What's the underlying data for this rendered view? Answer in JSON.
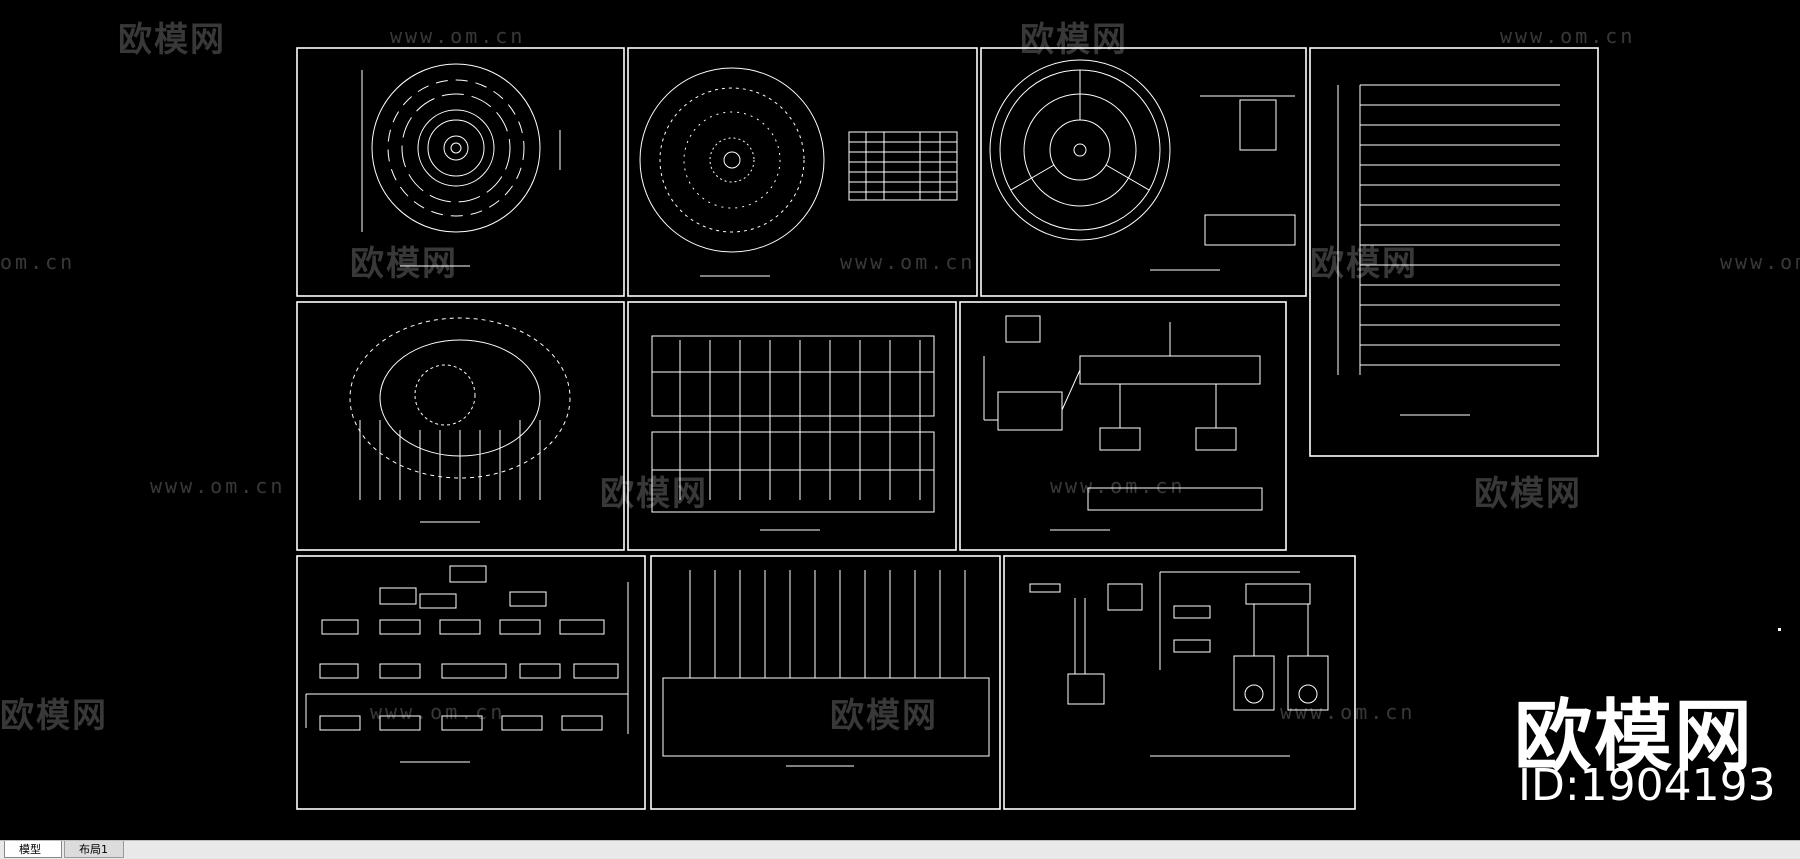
{
  "watermarks": {
    "brand": "欧模网",
    "url": "www.om.cn",
    "url_partial": "om.cn",
    "brand_partial": "欧模网"
  },
  "branding": {
    "name": "欧模网",
    "id_text": "ID:1904193"
  },
  "tabs": [
    {
      "label": "模型",
      "active": true
    },
    {
      "label": "布局1",
      "active": false
    }
  ],
  "colors": {
    "background": "#000000",
    "line": "#ffffff",
    "tabbar": "#e9e9e9"
  }
}
